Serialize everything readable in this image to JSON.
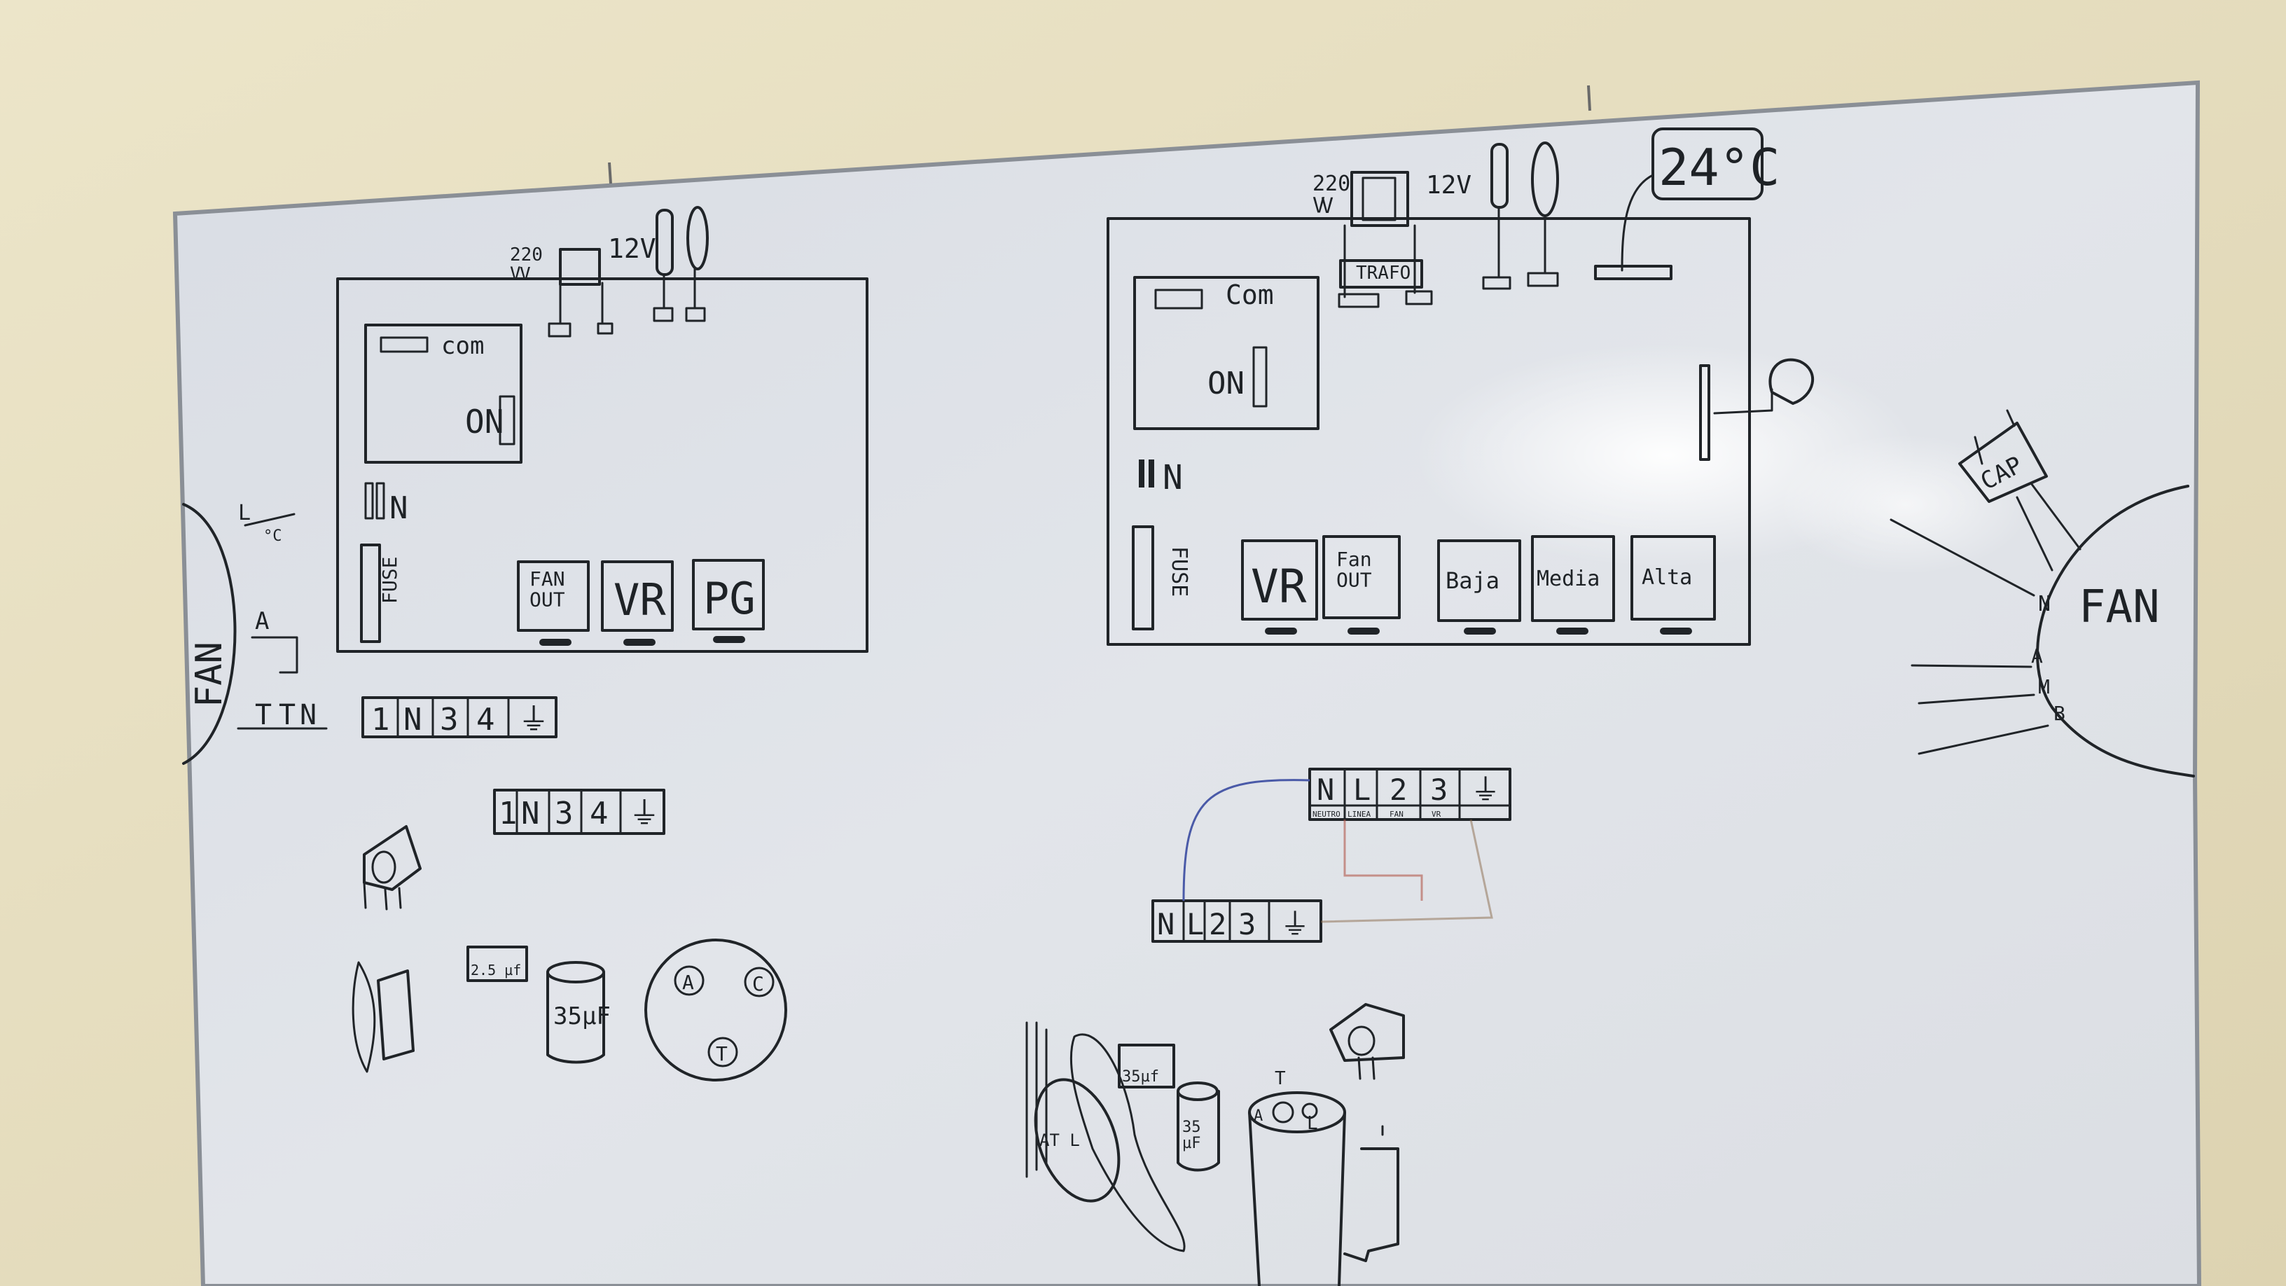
{
  "left_board": {
    "supply_label": "220\nV",
    "low_voltage_label": "12V",
    "com_label": "com",
    "on_label": "ON",
    "fuse_label": "FUSE",
    "n_label": "N",
    "terminals": [
      "FAN\nOUT",
      "VR",
      "PG"
    ],
    "fan_label": "FAN",
    "fan_leads": [
      "L",
      "A",
      "T",
      "T",
      "N"
    ],
    "thermostat_label": "°C",
    "terminal_strip_1": [
      "1",
      "N",
      "3",
      "4",
      "⏚"
    ],
    "terminal_strip_2": [
      "1",
      "N",
      "3",
      "4",
      "⏚"
    ],
    "capacitor_small_label": "2.5 µf",
    "capacitor_large_label": "35µF",
    "compressor_pins": [
      "A",
      "C",
      "T"
    ]
  },
  "right_board": {
    "supply_label": "220\nV",
    "low_voltage_label": "12V",
    "transformer_label": "TRAFO",
    "display_value": "24°C",
    "com_label": "Com",
    "on_label": "ON",
    "fuse_label": "FUSE",
    "n_label": "N",
    "terminals": [
      "VR",
      "Fan\nOUT",
      "Baja",
      "Media",
      "Alta"
    ],
    "fan_label": "FAN",
    "fan_leads": [
      "N",
      "A",
      "M",
      "B"
    ],
    "cap_label": "CAP",
    "strip_top": [
      "N",
      "L",
      "2",
      "3",
      "⏚"
    ],
    "strip_top_sub": [
      "NEUTRO",
      "LINEA",
      "FAN",
      "VR",
      ""
    ],
    "strip_bottom": [
      "N",
      "L",
      "2",
      "3",
      "⏚"
    ],
    "capacitor_small_label": "35µf",
    "capacitor_large_label": "35\nµF",
    "compressor_pins": [
      "T",
      "A",
      "L"
    ],
    "fan_motor_label": "AT L"
  }
}
